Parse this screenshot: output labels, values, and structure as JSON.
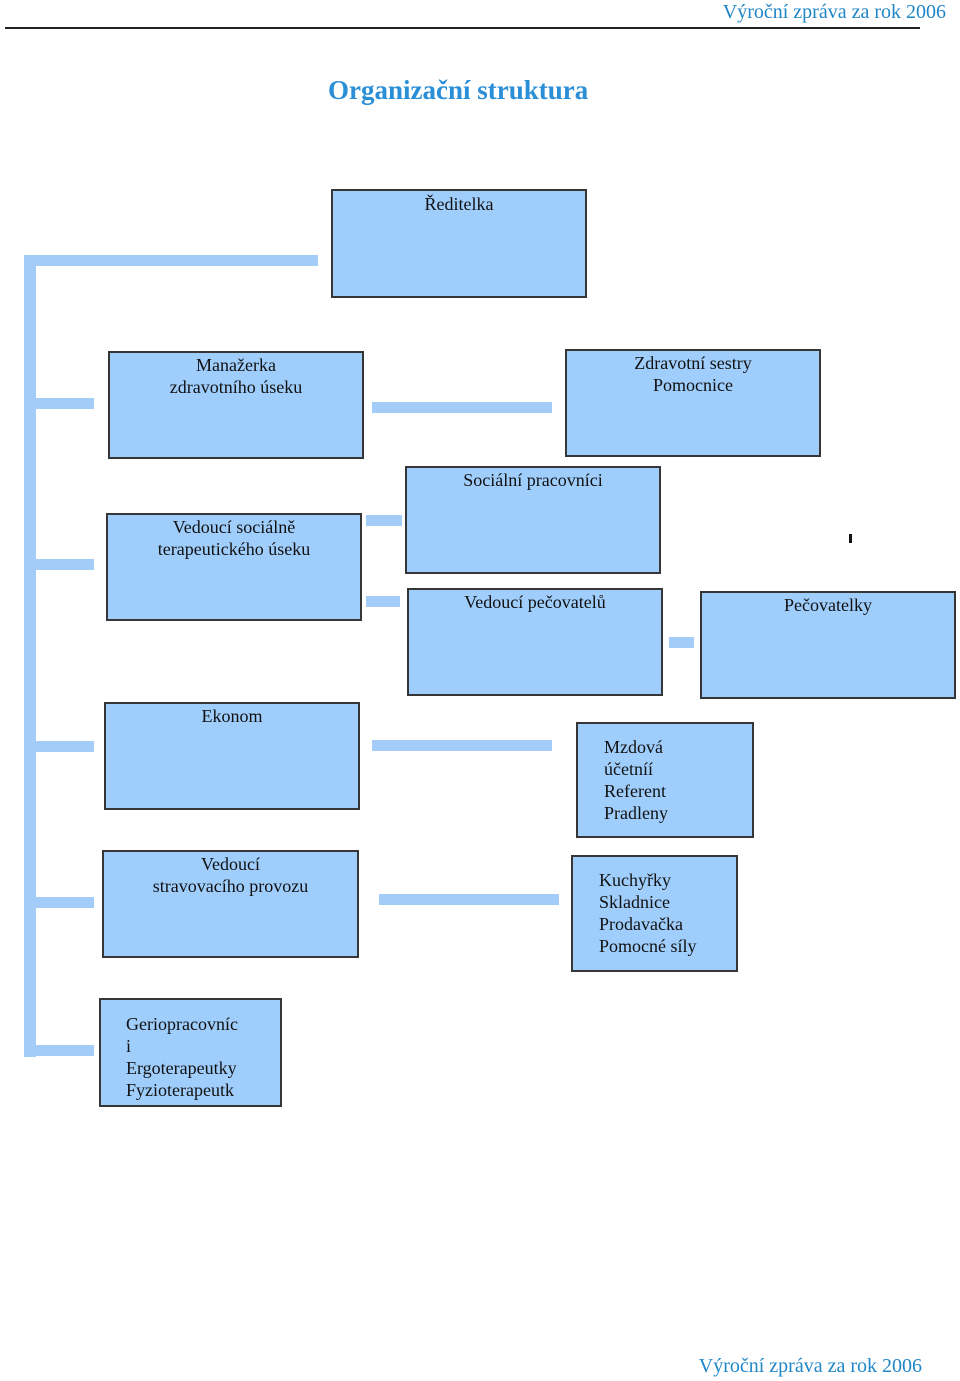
{
  "header": {
    "report_label": "Výroční zpráva za rok 2006"
  },
  "footer": {
    "report_label": "Výroční zpráva za rok 2006"
  },
  "title": "Organizační struktura",
  "colors": {
    "box_fill": "#9fcdfc",
    "connector": "#a3cdf8",
    "title": "#2a8fd6"
  },
  "nodes": {
    "director": {
      "lines": [
        "Ředitelka"
      ]
    },
    "health_manager": {
      "lines": [
        "Manažerka",
        "zdravotního úseku"
      ]
    },
    "nurses": {
      "lines": [
        "Zdravotní sestry",
        "Pomocnice"
      ]
    },
    "social_workers": {
      "lines": [
        "Sociální pracovníci"
      ]
    },
    "social_therapy_head": {
      "lines": [
        "Vedoucí sociálně",
        "terapeutického úseku"
      ]
    },
    "carers_head": {
      "lines": [
        "Vedoucí pečovatelů"
      ]
    },
    "carers": {
      "lines": [
        "Pečovatelky"
      ]
    },
    "economist": {
      "lines": [
        "Ekonom"
      ]
    },
    "accounting": {
      "lines": [
        "Mzdová",
        "účetníí",
        "Referent",
        "Pradleny"
      ]
    },
    "catering_head": {
      "lines": [
        "Vedoucí",
        "stravovacího provozu"
      ]
    },
    "kitchen": {
      "lines": [
        "Kuchyřky",
        "Skladnice",
        "Prodavačka",
        "Pomocné síly"
      ]
    },
    "therapy": {
      "lines": [
        "Geriopracovníc",
        "i",
        "Ergoterapeutky",
        "Fyzioterapeutk"
      ]
    }
  }
}
